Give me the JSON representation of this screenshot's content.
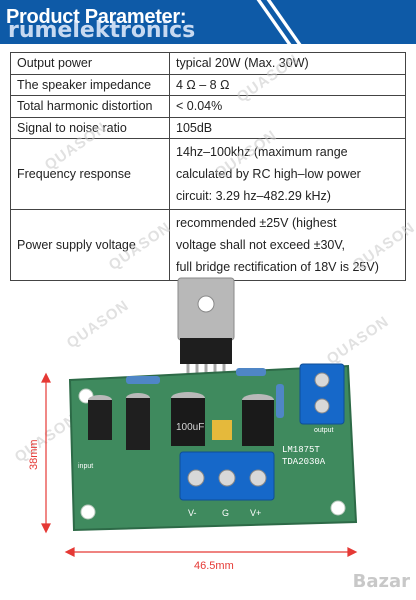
{
  "header": {
    "title": "Product Parameter:",
    "watermark": "rumelektronics"
  },
  "params": [
    {
      "label": "Output power",
      "value": [
        "typical 20W (Max. 30W)"
      ]
    },
    {
      "label": "The speaker impedance",
      "value": [
        "4 Ω – 8 Ω"
      ]
    },
    {
      "label": "Total harmonic distortion",
      "value": [
        "< 0.04%"
      ]
    },
    {
      "label": "Signal to noise ratio",
      "value": [
        "105dB"
      ]
    },
    {
      "label": "Frequency response",
      "value": [
        "14hz–100khz (maximum range",
        "calculated by RC high–low power",
        "circuit: 3.29 hz–482.29 kHz)"
      ]
    },
    {
      "label": "Power supply voltage",
      "value": [
        "recommended ±25V (highest",
        "voltage shall not exceed ±30V,",
        "full bridge rectification of 18V is 25V)"
      ]
    }
  ],
  "watermark_text": "QUASON",
  "board": {
    "height_label": "38mm",
    "width_label": "46.5mm",
    "chip_label_1": "LM1875T",
    "chip_label_2": "TDA2030A",
    "terminal_labels": [
      "V-",
      "G",
      "V+"
    ],
    "output_label": "output",
    "input_label": "input",
    "cap_label": "100uF"
  },
  "footer_watermark": "Bazar",
  "colors": {
    "header_bg": "#0e5aa7",
    "pcb": "#3f8a5e",
    "terminal": "#1668c9",
    "dimension": "#e53935"
  }
}
